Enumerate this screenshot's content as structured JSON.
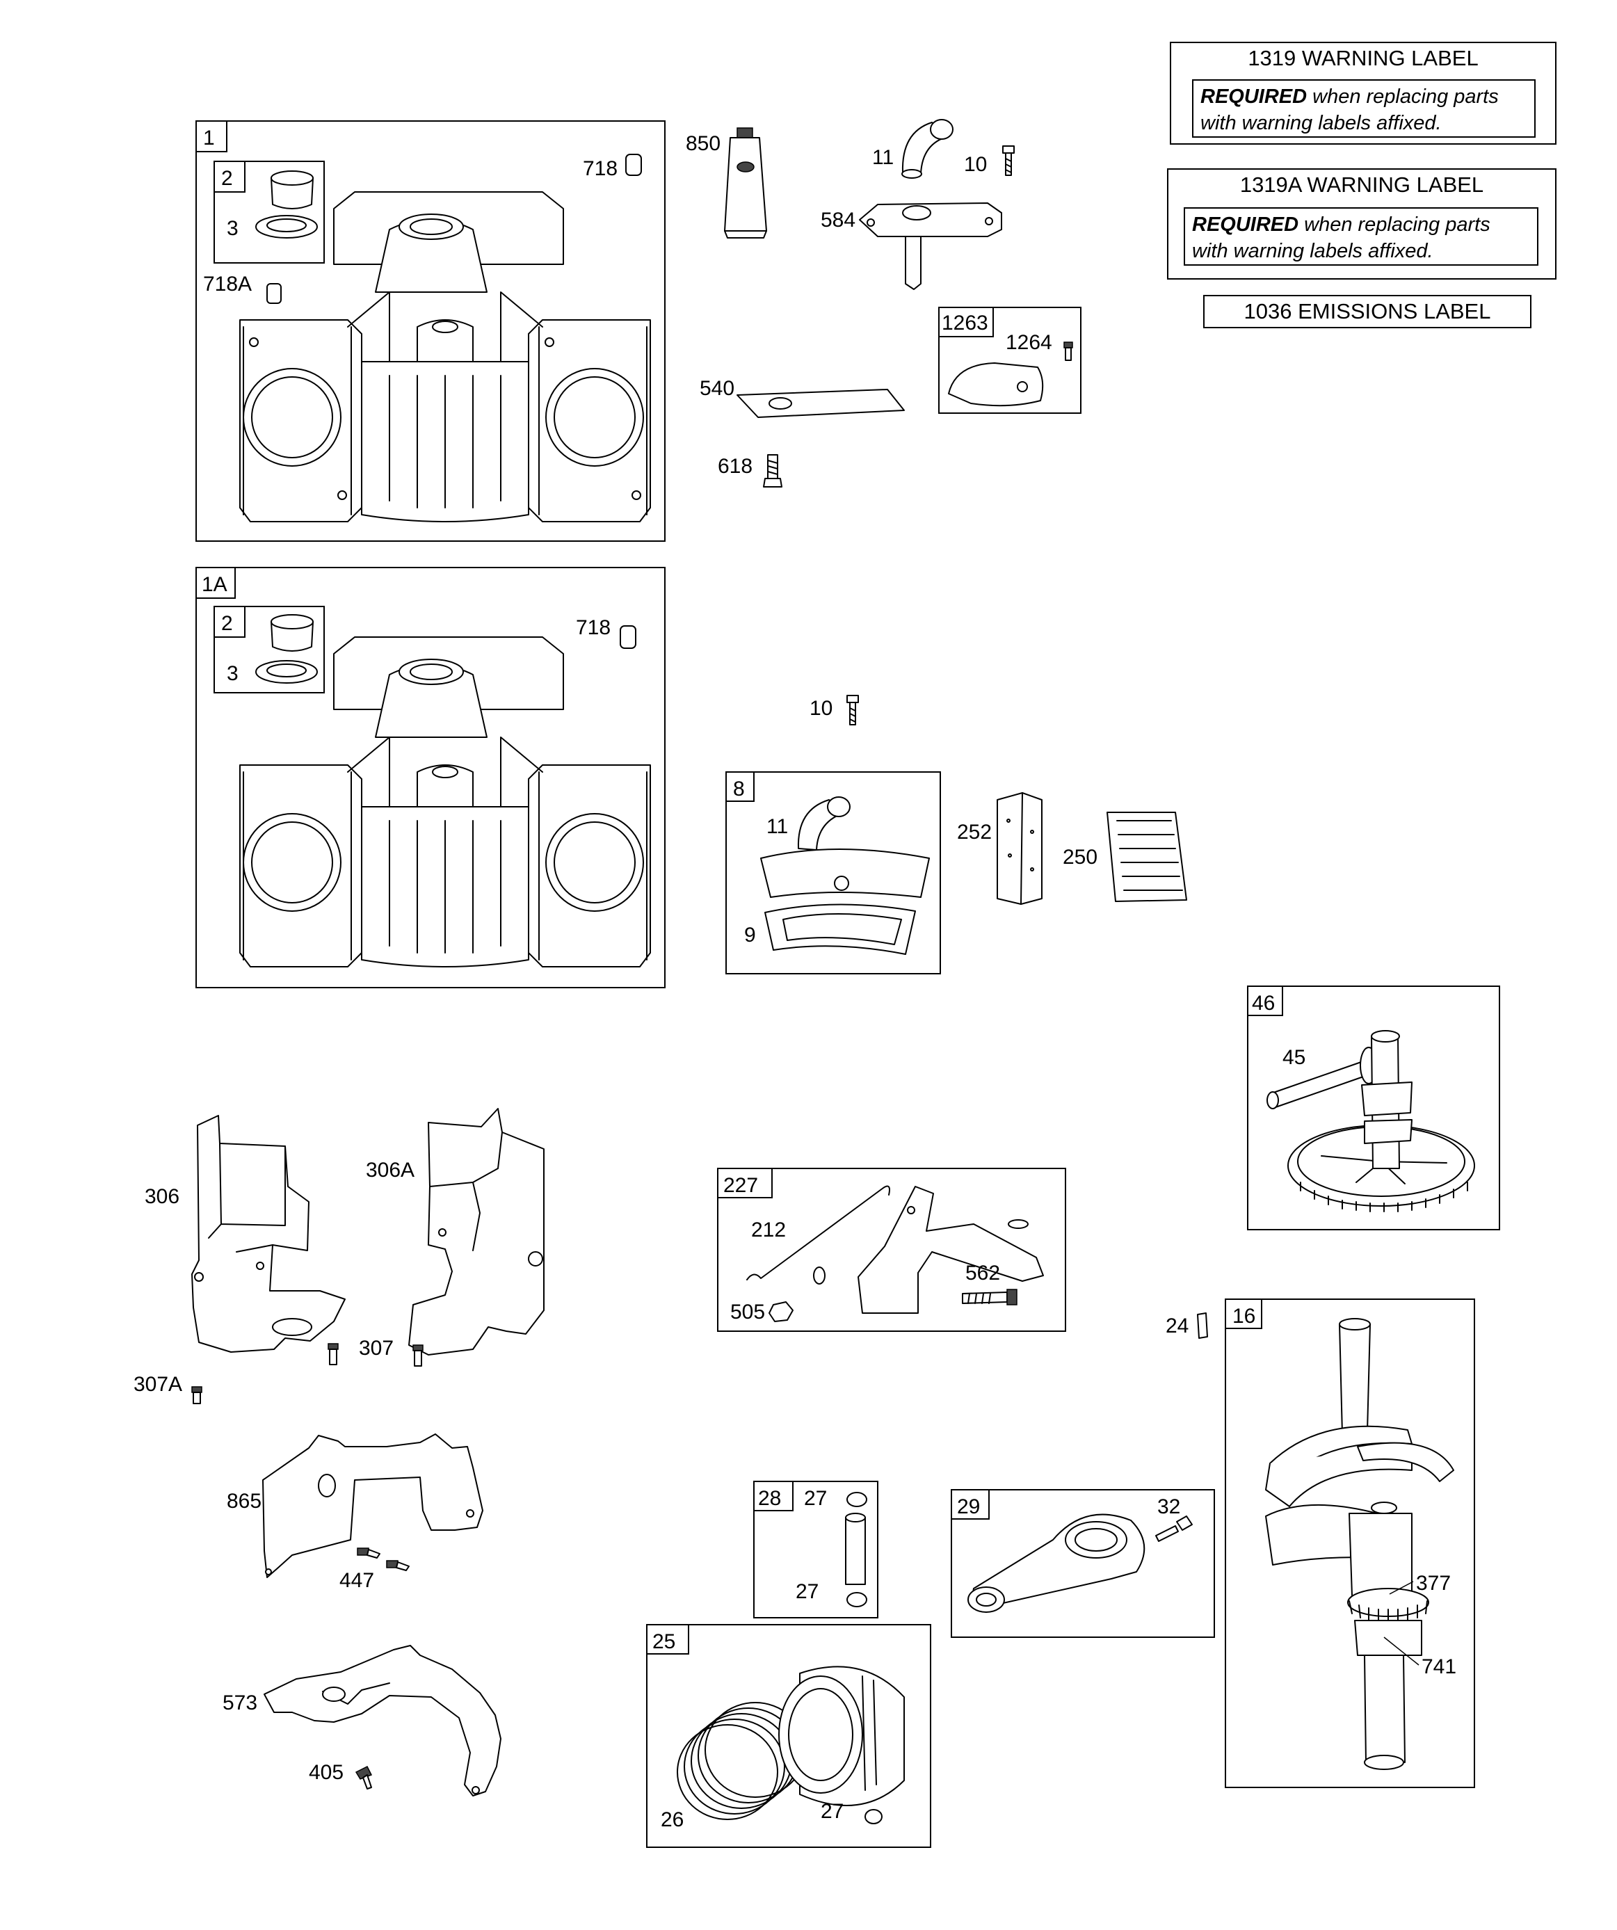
{
  "labels": {
    "warning_1319": {
      "title": "1319 WARNING LABEL",
      "required": "REQUIRED",
      "rest_line1": " when replacing parts",
      "line2": "with warning labels affixed."
    },
    "warning_1319a": {
      "title": "1319A WARNING LABEL",
      "required": "REQUIRED",
      "rest_line1": " when replacing parts",
      "line2": "with warning labels affixed."
    },
    "emissions_1036": {
      "title": "1036 EMISSIONS LABEL"
    }
  },
  "groups": {
    "g1": "1",
    "g1a": "1A",
    "g2a": "2",
    "g2b": "2",
    "g8": "8",
    "g1263": "1263",
    "g46": "46",
    "g227": "227",
    "g16": "16",
    "g28": "28",
    "g29": "29",
    "g25": "25"
  },
  "parts": {
    "p3a": "3",
    "p718a": "718",
    "p718A": "718A",
    "p850": "850",
    "p11a": "11",
    "p10a": "10",
    "p584": "584",
    "p1264": "1264",
    "p540": "540",
    "p618": "618",
    "p3b": "3",
    "p718b": "718",
    "p10b": "10",
    "p11b": "11",
    "p9": "9",
    "p252": "252",
    "p250": "250",
    "p45": "45",
    "p306": "306",
    "p306A": "306A",
    "p307": "307",
    "p307A": "307A",
    "p212": "212",
    "p505": "505",
    "p562": "562",
    "p24": "24",
    "p865": "865",
    "p447": "447",
    "p573": "573",
    "p405": "405",
    "p27a": "27",
    "p27b": "27",
    "p32": "32",
    "p377": "377",
    "p741": "741",
    "p26": "26",
    "p27c": "27"
  }
}
